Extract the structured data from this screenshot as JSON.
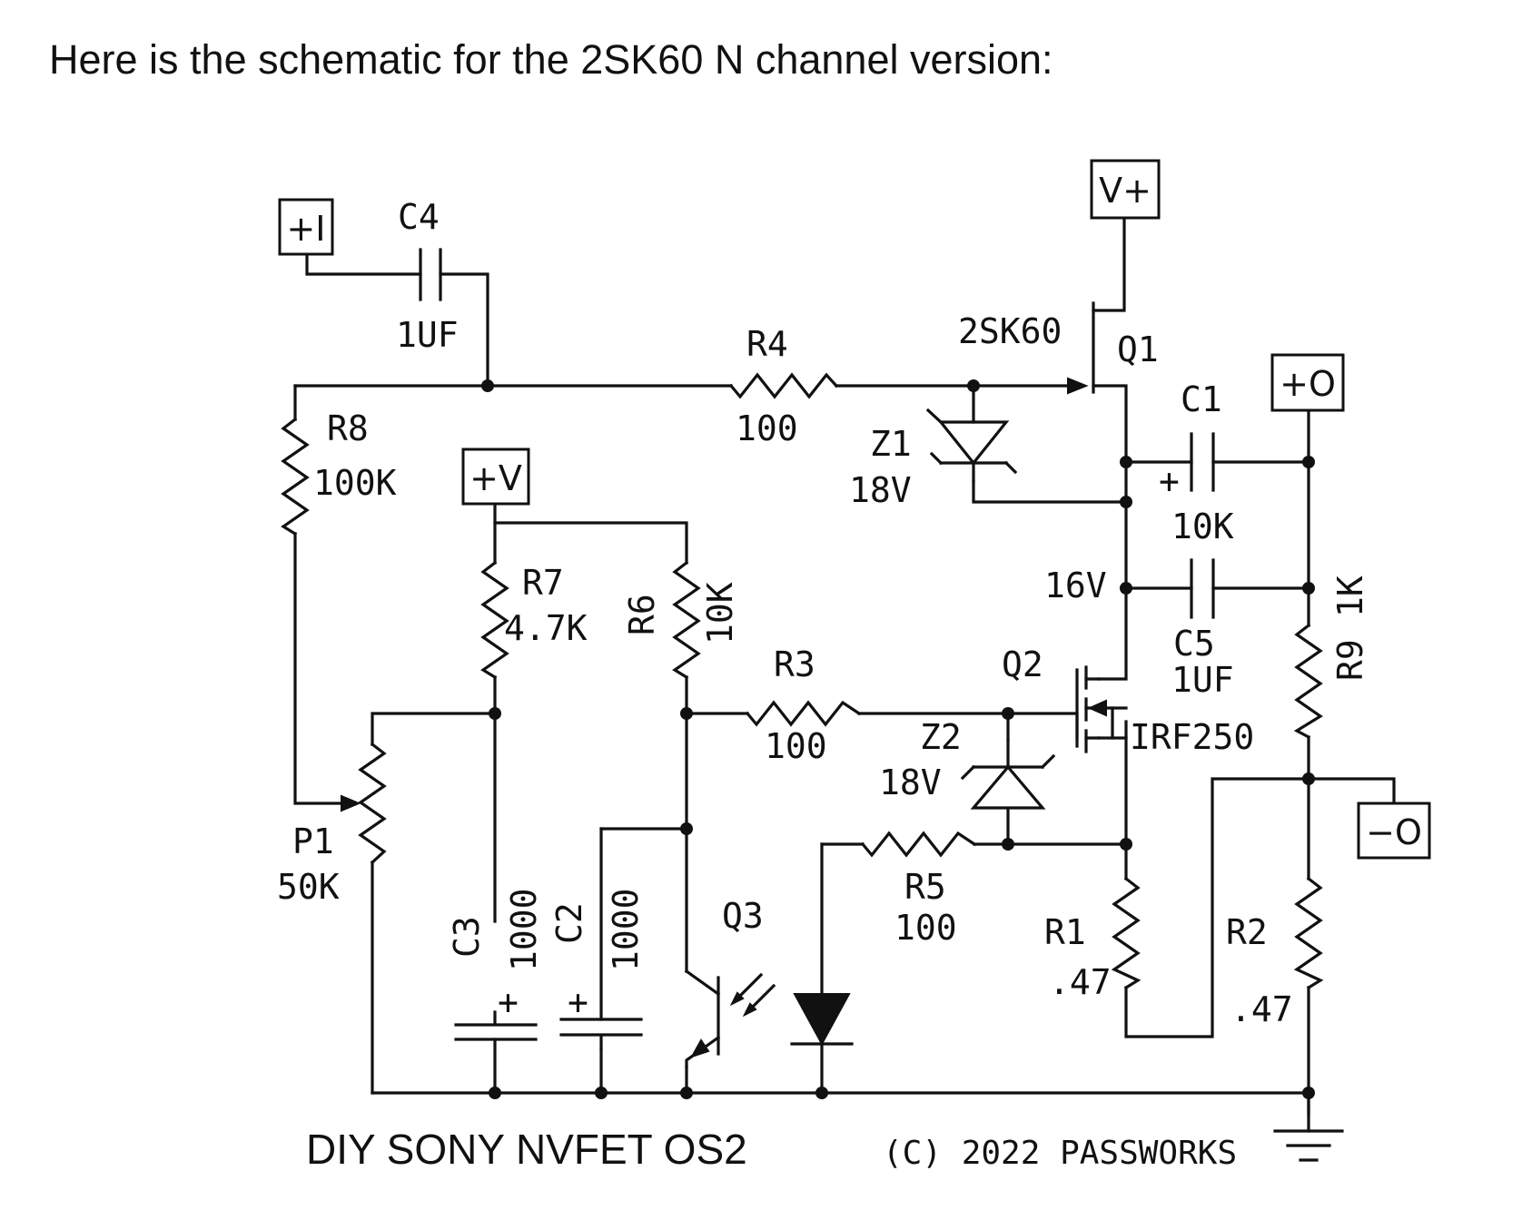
{
  "heading": "Here is the schematic for the 2SK60 N channel version:",
  "ports": {
    "input": "+I",
    "supply_v": "+V",
    "vplus": "V+",
    "out_pos": "+O",
    "out_neg": "−O"
  },
  "components": {
    "c4": {
      "name": "C4",
      "value": "1UF"
    },
    "r8": {
      "name": "R8",
      "value": "100K"
    },
    "r4": {
      "name": "R4",
      "value": "100"
    },
    "q1": {
      "name": "Q1",
      "part": "2SK60"
    },
    "z1": {
      "name": "Z1",
      "value": "18V"
    },
    "c1": {
      "name": "C1",
      "value": "10K",
      "polarity": "+"
    },
    "node_16v": "16V",
    "c5": {
      "name": "C5",
      "value": "1UF"
    },
    "r7": {
      "name": "R7",
      "value": "4.7K"
    },
    "r6": {
      "name": "R6",
      "value": "10K"
    },
    "r3": {
      "name": "R3",
      "value": "100"
    },
    "q2": {
      "name": "Q2",
      "part": "IRF250"
    },
    "z2": {
      "name": "Z2",
      "value": "18V"
    },
    "r9": {
      "name": "R9",
      "value": "1K"
    },
    "p1": {
      "name": "P1",
      "value": "50K"
    },
    "c3": {
      "name": "C3",
      "value": "1000",
      "polarity": "+"
    },
    "c2": {
      "name": "C2",
      "value": "1000",
      "polarity": "+"
    },
    "q3": {
      "name": "Q3"
    },
    "r5": {
      "name": "R5",
      "value": "100"
    },
    "r1": {
      "name": "R1",
      "value": ".47"
    },
    "r2": {
      "name": "R2",
      "value": ".47"
    }
  },
  "footer": {
    "title": "DIY SONY NVFET OS2",
    "copyright": "(C) 2022 PASSWORKS"
  },
  "icons": [
    "ground-icon",
    "led-icon",
    "zener-icon",
    "jfet-icon",
    "mosfet-icon",
    "phototransistor-icon"
  ]
}
